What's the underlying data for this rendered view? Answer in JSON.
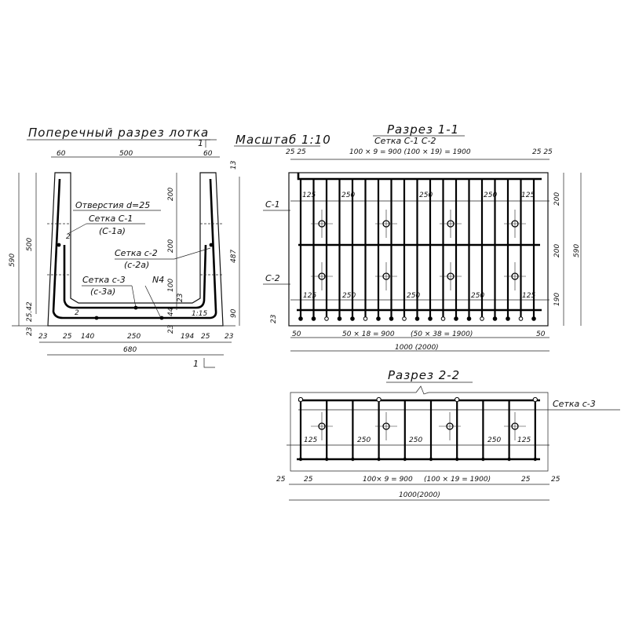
{
  "cross_section": {
    "title": "Поперечный разрез лотка",
    "section_mark": "1",
    "labels": {
      "holes": "Отверстия d=25",
      "mesh_c1": "Сетка С-1",
      "mesh_c1a": "(С-1а)",
      "mesh_c2": "Сетка с-2",
      "mesh_c2a": "(с-2а)",
      "mesh_c3": "Сетка с-3",
      "mesh_c3a": "(с-3а)",
      "n4": "N4",
      "two_a": "2",
      "two_b": "2",
      "slope": "1:15"
    },
    "dims": {
      "top_left": "60",
      "top_mid": "500",
      "top_right": "60",
      "top_13": "13",
      "h590": "590",
      "h500": "500",
      "h200a": "200",
      "h200b": "200",
      "h100": "100",
      "h23a": "23",
      "h44": "44",
      "h487": "487",
      "h90": "90",
      "h2542": "25.42",
      "h23b": "23",
      "b23l": "23",
      "b25l": "25",
      "b140": "140",
      "b250": "250",
      "b23m": "23",
      "b194": "194",
      "b25r": "25",
      "b23r": "23",
      "b680": "680"
    }
  },
  "scale": "Масштаб 1:10",
  "section_1_1": {
    "title": "Разрез 1-1",
    "subtitle": "Сетка С-1   С-2",
    "mesh_c1": "С-1",
    "mesh_c2": "С-2",
    "dims": {
      "tl": "25 25",
      "top": "100 × 9 = 900   (100 × 19) = 1900",
      "tr": "25 25",
      "u125a": "125",
      "u250a": "250",
      "u250b": "250",
      "u250c": "250",
      "u125b": "125",
      "l125a": "125",
      "l250a": "250",
      "l250b": "250",
      "l250c": "250",
      "l125b": "125",
      "r200a": "200",
      "r200b": "200",
      "r190": "190",
      "r590": "590",
      "left23": "23",
      "b50l": "50",
      "b_mid": "50 × 18 = 900",
      "b_mid2": "(50 × 38 = 1900)",
      "b50r": "50",
      "total": "1000 (2000)"
    }
  },
  "section_2_2": {
    "title": "Разрез 2-2",
    "mesh_c3": "Сетка с-3",
    "dims": {
      "a125": "125",
      "a250": "250",
      "b250": "250",
      "c250": "250",
      "b125": "125",
      "l25o": "25",
      "l25i": "25",
      "mid": "100× 9 = 900",
      "mid2": "(100 × 19 = 1900)",
      "r25i": "25",
      "r25o": "25",
      "total": "1000(2000)"
    }
  }
}
